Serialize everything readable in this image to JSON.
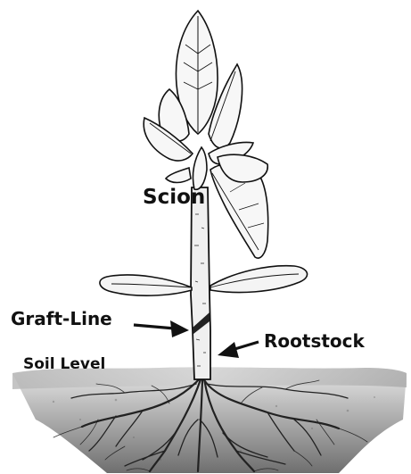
{
  "labels": {
    "scion": "Scion",
    "graft_line": "Graft-Line",
    "rootstock": "Rootstock",
    "soil_level": "Soil Level"
  },
  "colors": {
    "ink": "#111111",
    "soil_light": "#d9d9d9",
    "soil_dark": "#7a7a7a",
    "leaf_fill": "#f4f4f4"
  },
  "icons": {
    "graft_arrow": "arrow-right-icon",
    "rootstock_arrow": "arrow-left-icon"
  }
}
